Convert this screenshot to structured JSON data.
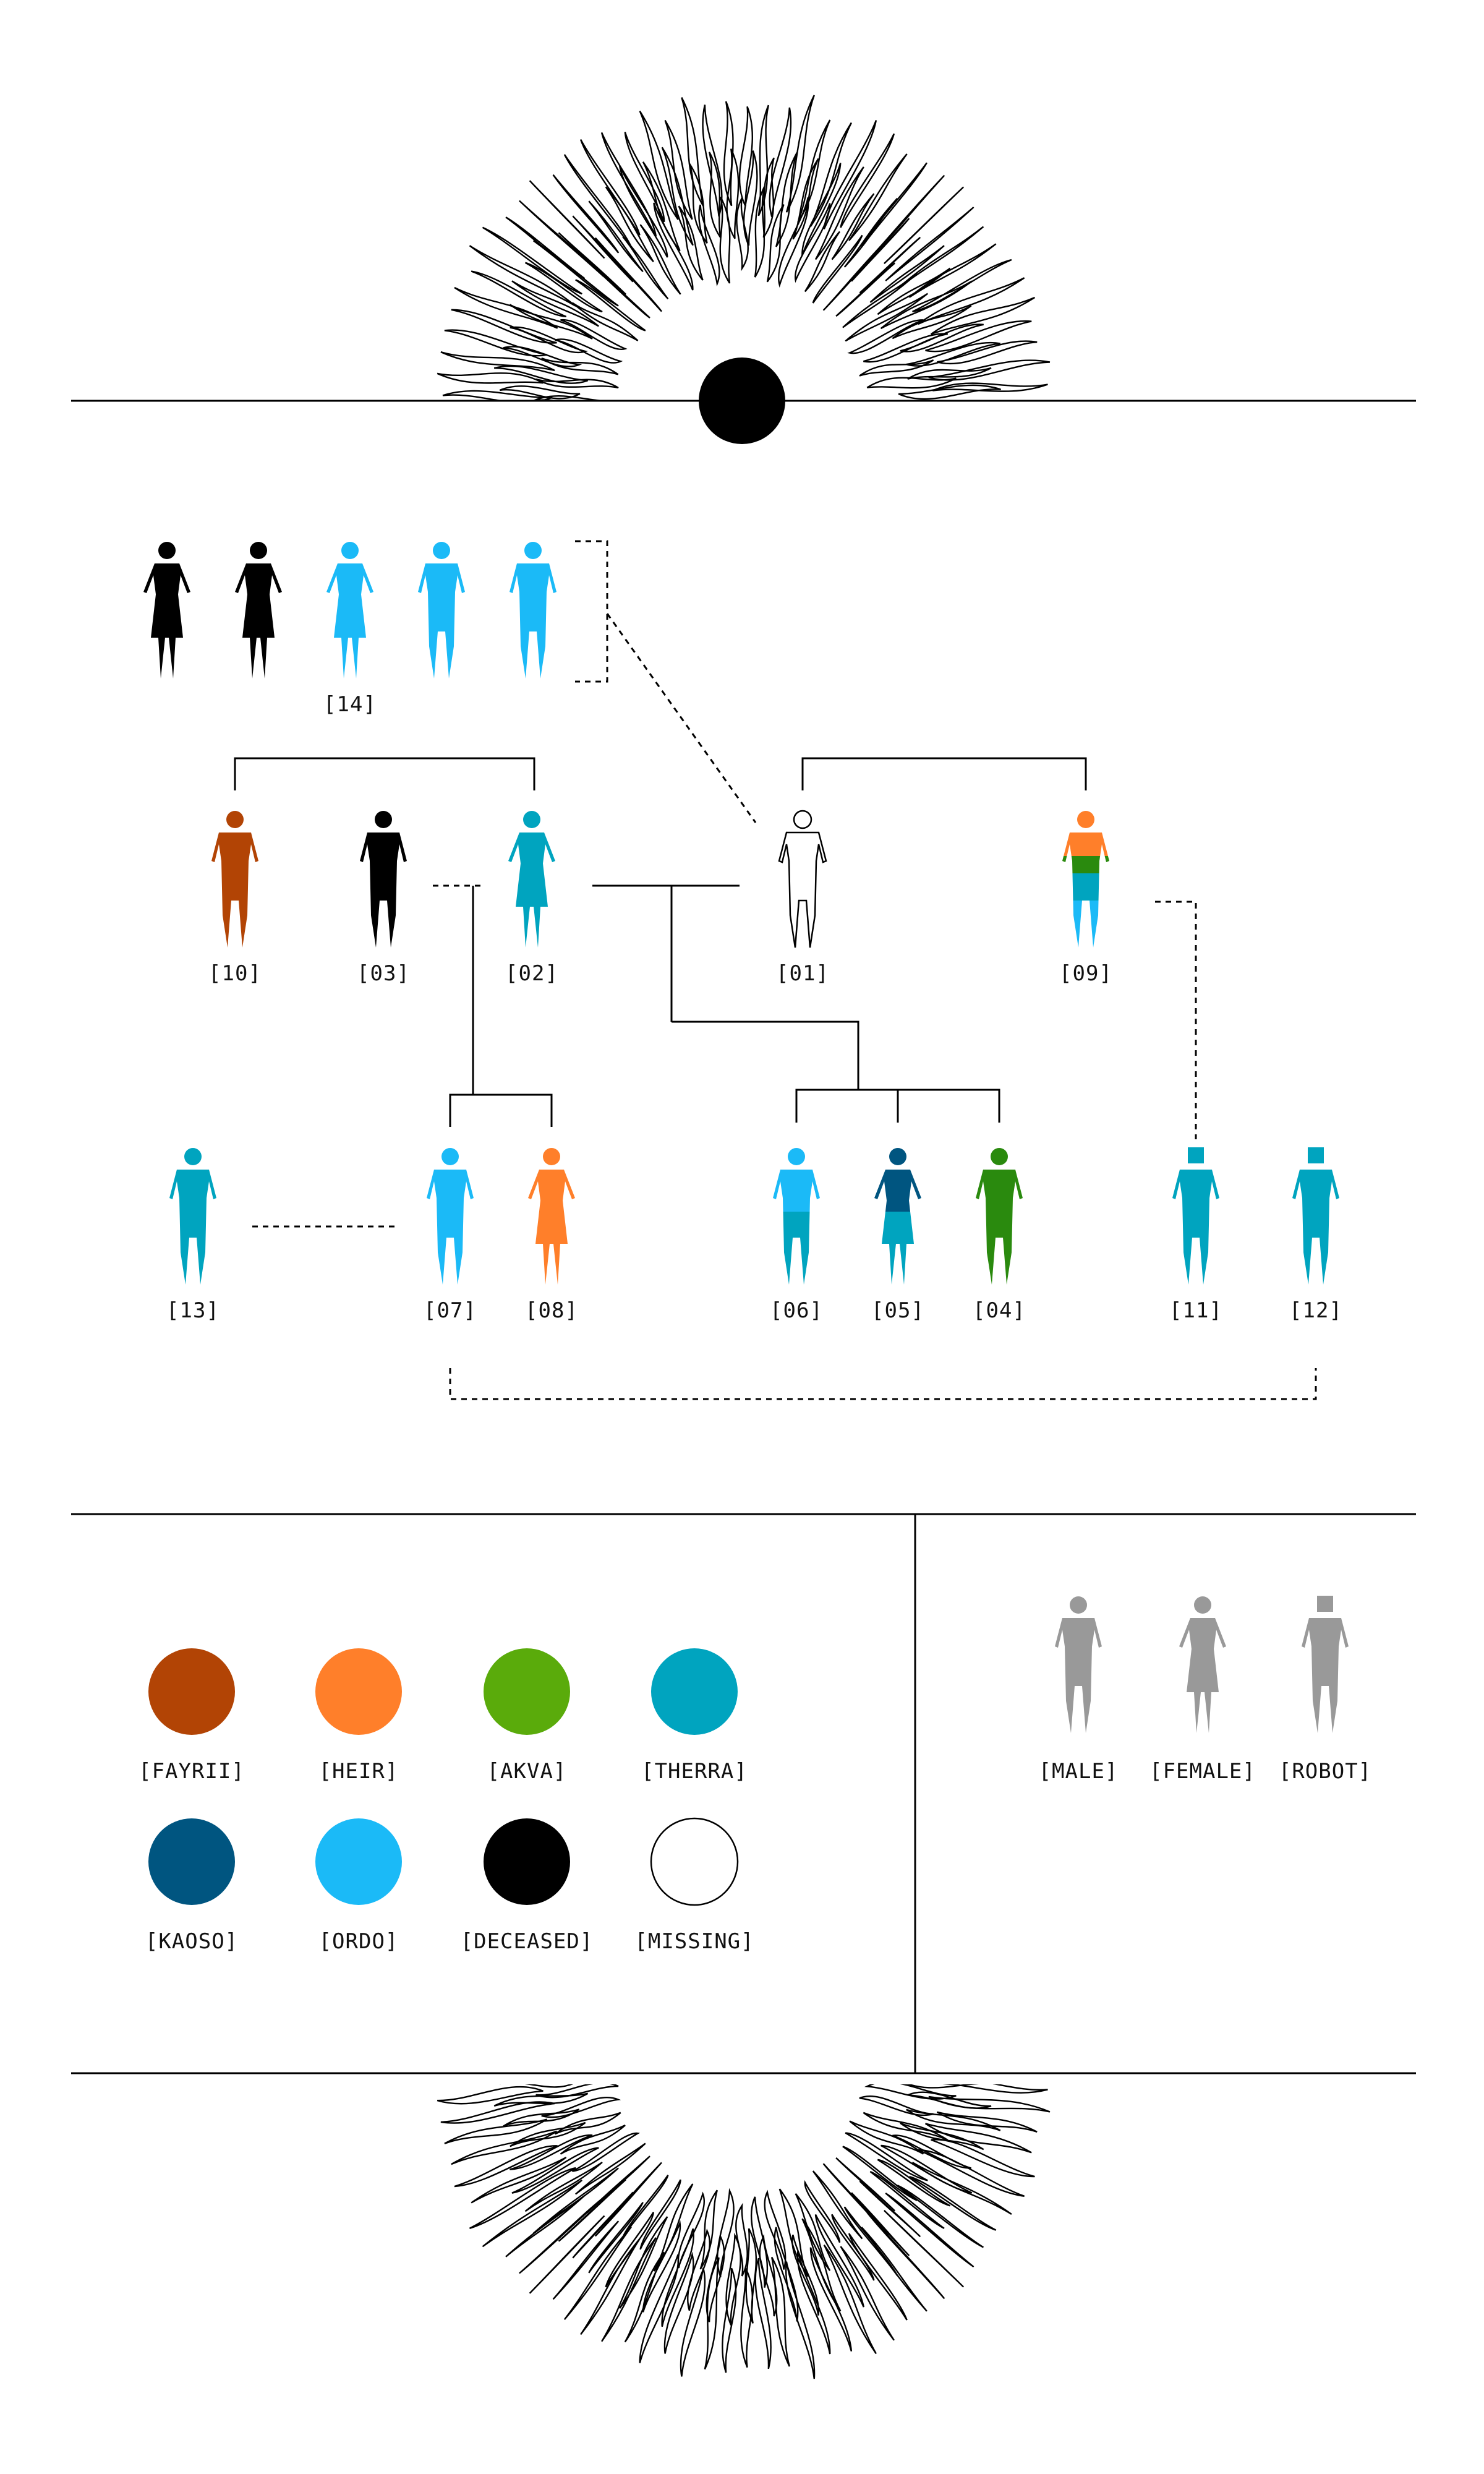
{
  "colors": {
    "fayrii": "#b24405",
    "heir": "#ff7f2a",
    "akva": "#5aab0b",
    "therra": "#00a4bf",
    "kaoso": "#005580",
    "ordo": "#1bbaf7",
    "deceased": "#000000",
    "missing": "#ffffff",
    "neutral": "#999999",
    "akva_figure": "#2a8a0e"
  },
  "group14": {
    "label": "[14]",
    "members": [
      {
        "type": "female",
        "color": "deceased"
      },
      {
        "type": "female",
        "color": "deceased"
      },
      {
        "type": "female",
        "color": "ordo"
      },
      {
        "type": "male",
        "color": "ordo"
      },
      {
        "type": "male",
        "color": "ordo"
      }
    ]
  },
  "persons": [
    {
      "id": "p10",
      "label": "[10]",
      "type": "male",
      "color": "fayrii"
    },
    {
      "id": "p03",
      "label": "[03]",
      "type": "male",
      "color": "deceased"
    },
    {
      "id": "p02",
      "label": "[02]",
      "type": "female",
      "color": "therra"
    },
    {
      "id": "p01",
      "label": "[01]",
      "type": "male",
      "color": "missing"
    },
    {
      "id": "p09",
      "label": "[09]",
      "type": "male",
      "color": "multi",
      "stripes": [
        "heir",
        "akva_figure",
        "therra",
        "ordo"
      ]
    },
    {
      "id": "p13",
      "label": "[13]",
      "type": "male",
      "color": "therra"
    },
    {
      "id": "p07",
      "label": "[07]",
      "type": "male",
      "color": "ordo"
    },
    {
      "id": "p08",
      "label": "[08]",
      "type": "female",
      "color": "heir"
    },
    {
      "id": "p06",
      "label": "[06]",
      "type": "male",
      "color": "split",
      "stripes": [
        "ordo",
        "therra"
      ]
    },
    {
      "id": "p05",
      "label": "[05]",
      "type": "female",
      "color": "split",
      "stripes": [
        "kaoso",
        "therra"
      ]
    },
    {
      "id": "p04",
      "label": "[04]",
      "type": "male",
      "color": "akva_figure"
    },
    {
      "id": "p11",
      "label": "[11]",
      "type": "robot",
      "color": "therra"
    },
    {
      "id": "p12",
      "label": "[12]",
      "type": "robot",
      "color": "therra"
    }
  ],
  "legend_colors": [
    {
      "label": "[FAYRII]",
      "color": "fayrii"
    },
    {
      "label": "[HEIR]",
      "color": "heir"
    },
    {
      "label": "[AKVA]",
      "color": "akva"
    },
    {
      "label": "[THERRA]",
      "color": "therra"
    },
    {
      "label": "[KAOSO]",
      "color": "kaoso"
    },
    {
      "label": "[ORDO]",
      "color": "ordo"
    },
    {
      "label": "[DECEASED]",
      "color": "deceased"
    },
    {
      "label": "[MISSING]",
      "color": "missing"
    }
  ],
  "legend_types": [
    {
      "label": "[MALE]",
      "type": "male"
    },
    {
      "label": "[FEMALE]",
      "type": "female"
    },
    {
      "label": "[ROBOT]",
      "type": "robot"
    }
  ]
}
